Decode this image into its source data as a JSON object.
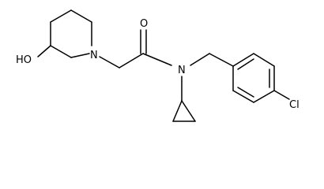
{
  "molecule": {
    "atom_labels": {
      "hydroxyl": "HO",
      "ring_nitrogen": "N",
      "carbonyl_oxygen": "O",
      "amide_nitrogen": "N",
      "chlorine": "Cl"
    }
  },
  "colors": {
    "bond": "#000000",
    "label": "#000000",
    "background": "#ffffff"
  }
}
